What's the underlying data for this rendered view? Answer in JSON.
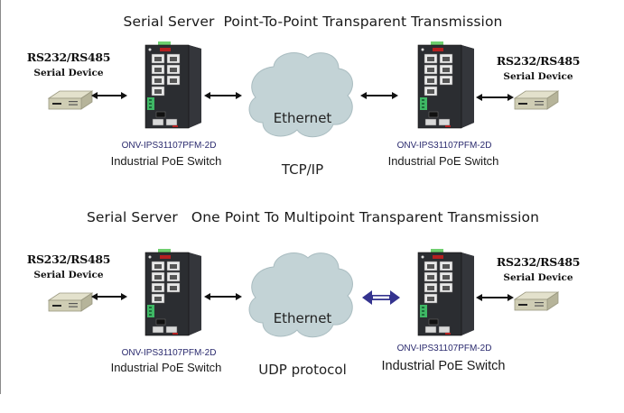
{
  "diagrams": [
    {
      "title": "Serial Server  Point-To-Point Transparent Transmission",
      "left_device": {
        "line1": "RS232/RS485",
        "line2": "Serial Device"
      },
      "left_switch": {
        "model": "ONV-IPS31107PFM-2D",
        "label": "Industrial PoE Switch"
      },
      "network": {
        "line1": "Ethernet",
        "line2": "TCP/IP"
      },
      "right_switch": {
        "model": "ONV-IPS31107PFM-2D",
        "label": "Industrial PoE Switch"
      },
      "right_device": {
        "line1": "RS232/RS485",
        "line2": "Serial Device"
      },
      "links": [
        "black-double-arrow",
        "black-double-arrow",
        "black-double-arrow",
        "black-double-arrow"
      ]
    },
    {
      "title": "Serial Server   One Point To Multipoint Transparent Transmission",
      "left_device": {
        "line1": "RS232/RS485",
        "line2": "Serial Device"
      },
      "left_switch": {
        "model": "ONV-IPS31107PFM-2D",
        "label": "Industrial PoE Switch"
      },
      "network": {
        "line1": "Ethernet",
        "line2": "UDP protocol"
      },
      "right_switch": {
        "model": "ONV-IPS31107PFM-2D",
        "label": "Industrial PoE Switch"
      },
      "right_device": {
        "line1": "RS232/RS485",
        "line2": "Serial Device"
      },
      "links": [
        "black-double-arrow",
        "black-double-arrow",
        "blue-double-arrow",
        "black-double-arrow"
      ]
    }
  ],
  "colors": {
    "cloud_fill": "#c3d3d6",
    "cloud_stroke": "#a9bcc0",
    "switch_body": "#2b2d31",
    "device_body": "#cfcdb4",
    "blue_arrow": "#34338f",
    "model_text": "#2a2a6e"
  }
}
